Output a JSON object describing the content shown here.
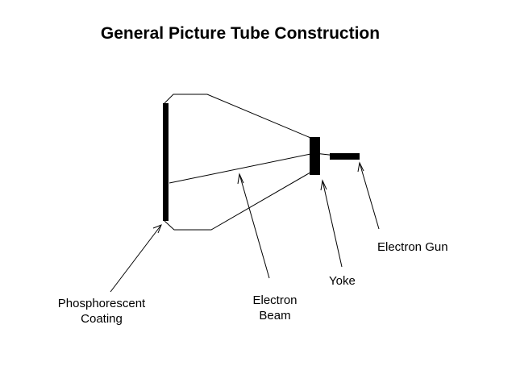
{
  "title": "General Picture Tube Construction",
  "labels": {
    "electron_gun": "Electron Gun",
    "yoke": "Yoke",
    "phosphorescent_coating_line1": "Phosphorescent",
    "phosphorescent_coating_line2": "Coating",
    "electron_beam_line1": "Electron",
    "electron_beam_line2": "Beam"
  },
  "colors": {
    "ink": "#000000",
    "background": "#ffffff"
  }
}
